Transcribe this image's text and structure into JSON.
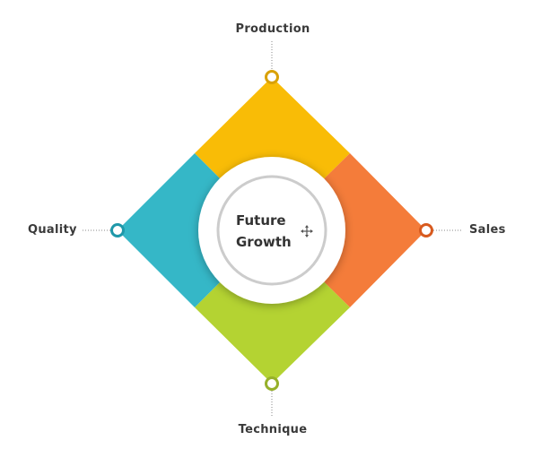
{
  "center": {
    "line1": "Future",
    "line2": "Growth"
  },
  "segments": [
    {
      "id": "top",
      "label": "Production",
      "color": "#F9BC06",
      "ring_color": "#D9A106"
    },
    {
      "id": "right",
      "label": "Sales",
      "color": "#F47C3A",
      "ring_color": "#D85A1E"
    },
    {
      "id": "bottom",
      "label": "Technique",
      "color": "#B4D332",
      "ring_color": "#96B02A"
    },
    {
      "id": "left",
      "label": "Quality",
      "color": "#35B7C7",
      "ring_color": "#1F98A9"
    }
  ],
  "icons": {
    "center_cursor": "move-cursor-icon"
  }
}
